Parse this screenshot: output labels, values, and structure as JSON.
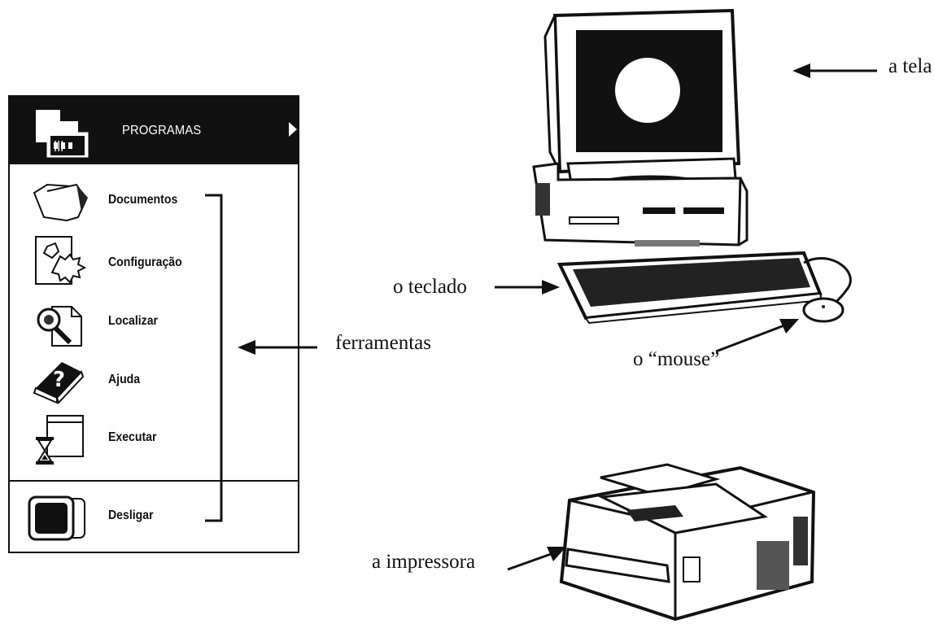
{
  "menu": {
    "header_label": "PROGRAMAS",
    "items": [
      {
        "label": "Documentos"
      },
      {
        "label": "Configuração"
      },
      {
        "label": "Localizar"
      },
      {
        "label": "Ajuda"
      },
      {
        "label": "Executar"
      }
    ],
    "shutdown_label": "Desligar"
  },
  "annotations": {
    "tools": "ferramentas",
    "screen": "a tela",
    "keyboard": "o teclado",
    "mouse": "o “mouse”",
    "printer": "a impressora"
  }
}
